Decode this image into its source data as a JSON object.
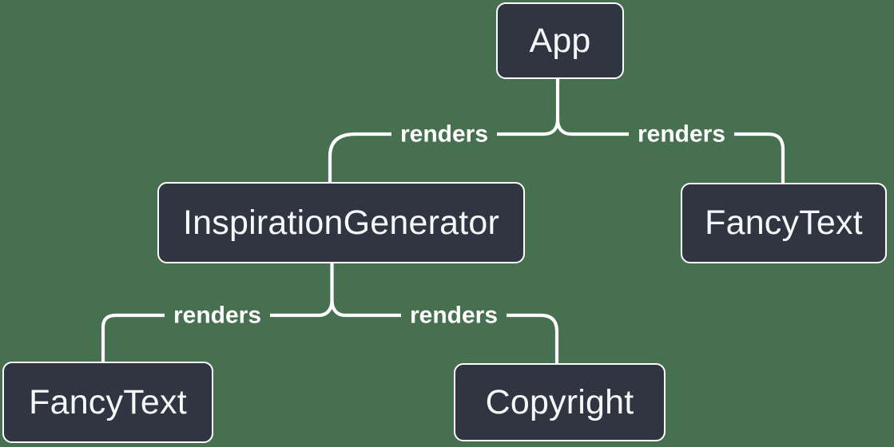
{
  "diagram": {
    "type": "tree",
    "background_color": "#46704F",
    "node_fill_color": "#2F3642",
    "node_border_color": "#FFFFFF",
    "node_text_color": "#F6F7F9",
    "edge_color": "#FFFFFF",
    "nodes": [
      {
        "id": "app",
        "label": "App"
      },
      {
        "id": "inspiration-generator",
        "label": "InspirationGenerator"
      },
      {
        "id": "fancy-text-top",
        "label": "FancyText"
      },
      {
        "id": "fancy-text-bottom",
        "label": "FancyText"
      },
      {
        "id": "copyright",
        "label": "Copyright"
      }
    ],
    "edges": [
      {
        "from": "App",
        "to": "InspirationGenerator",
        "label": "renders"
      },
      {
        "from": "App",
        "to": "FancyText",
        "label": "renders"
      },
      {
        "from": "InspirationGenerator",
        "to": "FancyText",
        "label": "renders"
      },
      {
        "from": "InspirationGenerator",
        "to": "Copyright",
        "label": "renders"
      }
    ]
  }
}
